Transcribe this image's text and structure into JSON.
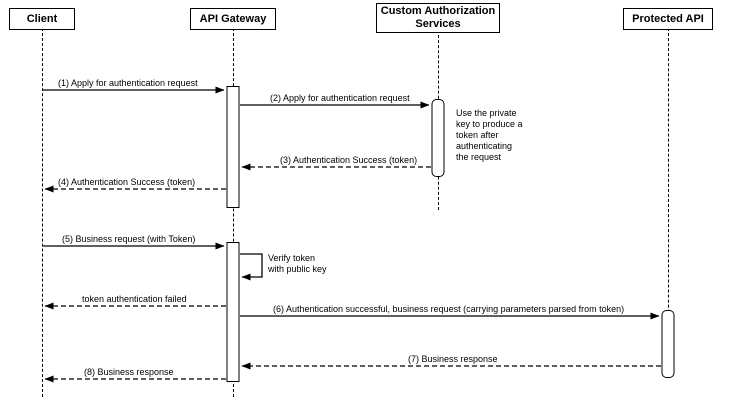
{
  "participants": {
    "client": "Client",
    "gateway": "API Gateway",
    "auth": "Custom Authorization\nServices",
    "api": "Protected API"
  },
  "messages": {
    "m1": "(1) Apply for authentication request",
    "m2": "(2) Apply for authentication request",
    "m3": "(3) Authentication Success (token)",
    "m4": "(4) Authentication Success (token)",
    "m5": "(5) Business request (with Token)",
    "self_note": "Verify token\nwith public key",
    "fail": "token authentication failed",
    "m6": "(6) Authentication successful, business request (carrying parameters parsed from token)",
    "m7": "(7) Business response",
    "m8": "(8) Business response"
  },
  "notes": {
    "auth_note": "Use the private\nkey to produce a\ntoken after\nauthenticating\nthe request"
  },
  "colors": {
    "line": "#000000",
    "background": "#ffffff",
    "box_fill": "#ffffff"
  }
}
